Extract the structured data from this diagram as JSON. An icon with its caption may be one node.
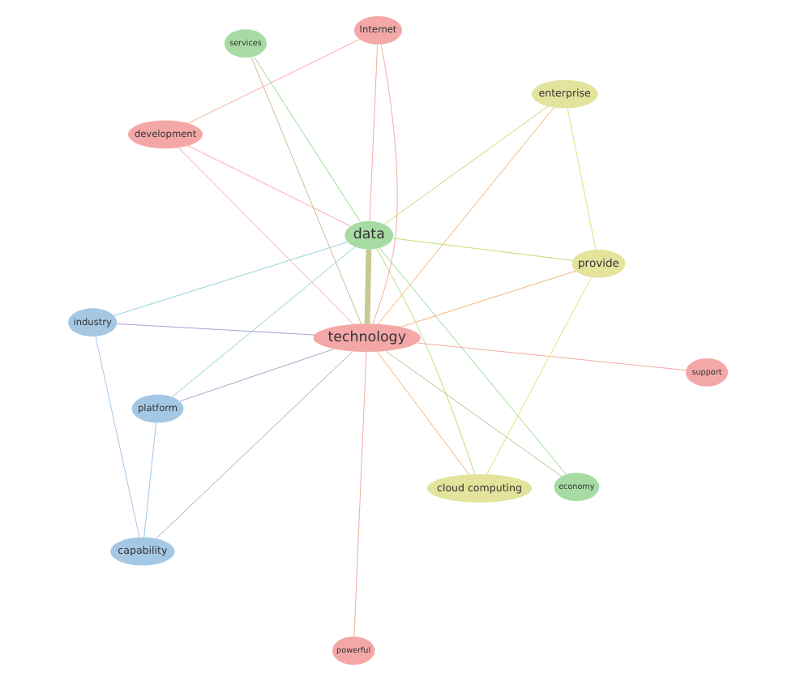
{
  "diagram": {
    "nodes": [
      {
        "text": [
          "Internet"
        ]
      },
      {
        "text": [
          "development"
        ]
      },
      {
        "text": [
          "powerful"
        ]
      },
      {
        "text": [
          "platform"
        ]
      },
      {
        "text": [
          "services"
        ]
      },
      {
        "text": [
          "capability"
        ]
      },
      {
        "text": [
          "data"
        ]
      },
      {
        "text": [
          "technology"
        ]
      },
      {
        "text": [
          "industry"
        ]
      },
      {
        "text": [
          "economy"
        ]
      },
      {
        "text": [
          "support"
        ]
      },
      {
        "text": [
          "enterprise"
        ]
      },
      {
        "text": [
          "cloud computing"
        ]
      },
      {
        "text": [
          "provide"
        ]
      }
    ],
    "edges": [
      {
        "from": 0,
        "to": 1,
        "arrow": "none"
      },
      {
        "from": 0,
        "to": 7,
        "arrow": "none"
      },
      {
        "from": 0,
        "to": 6,
        "arrow": "none"
      },
      {
        "from": 1,
        "to": 7,
        "arrow": "none"
      },
      {
        "from": 1,
        "to": 6,
        "arrow": "none"
      },
      {
        "from": 2,
        "to": 7,
        "arrow": "none"
      },
      {
        "from": 3,
        "to": 6,
        "arrow": "none",
        "color": "#8fcfd8"
      },
      {
        "from": 3,
        "to": 7,
        "arrow": "none",
        "color": "#a89cc8"
      },
      {
        "from": 3,
        "to": 5,
        "arrow": "none",
        "color": "#9cc4e8"
      },
      {
        "from": 4,
        "to": 7,
        "arrow": "none",
        "color": "#c8b890"
      },
      {
        "from": 4,
        "to": 6,
        "arrow": "none",
        "color": "#8fd88a"
      },
      {
        "from": 5,
        "to": 7,
        "arrow": "none",
        "color": "#b89cc0"
      },
      {
        "from": 5,
        "to": 8,
        "arrow": "none",
        "color": "#9cc4e8"
      },
      {
        "from": 7,
        "to": 8,
        "arrow": "none",
        "color": "#a89cc8"
      },
      {
        "from": 6,
        "to": 8,
        "arrow": "none",
        "color": "#8fcfd8"
      },
      {
        "from": 6,
        "to": 7,
        "arrow": "none",
        "style": "thick",
        "color": "#c8c890"
      },
      {
        "from": 9,
        "to": 6,
        "arrow": "none",
        "color": "#8fd88a"
      },
      {
        "from": 9,
        "to": 7,
        "arrow": "none",
        "color": "#c8b890"
      },
      {
        "from": 10,
        "to": 7,
        "arrow": "none"
      },
      {
        "from": 11,
        "to": 6,
        "arrow": "none",
        "color": "#b8dc70"
      },
      {
        "from": 11,
        "to": 7,
        "arrow": "none",
        "color": "#f0b070"
      },
      {
        "from": 11,
        "to": 13,
        "arrow": "none",
        "color": "#e0e070"
      },
      {
        "from": 13,
        "to": 6,
        "arrow": "none",
        "color": "#b8dc70"
      },
      {
        "from": 13,
        "to": 7,
        "arrow": "none",
        "color": "#f0b070"
      },
      {
        "from": 13,
        "to": 12,
        "arrow": "none",
        "color": "#e0e070"
      },
      {
        "from": 12,
        "to": 6,
        "arrow": "none",
        "color": "#b8dc70"
      },
      {
        "from": 12,
        "to": 7,
        "arrow": "none",
        "color": "#f0b070"
      }
    ]
  }
}
